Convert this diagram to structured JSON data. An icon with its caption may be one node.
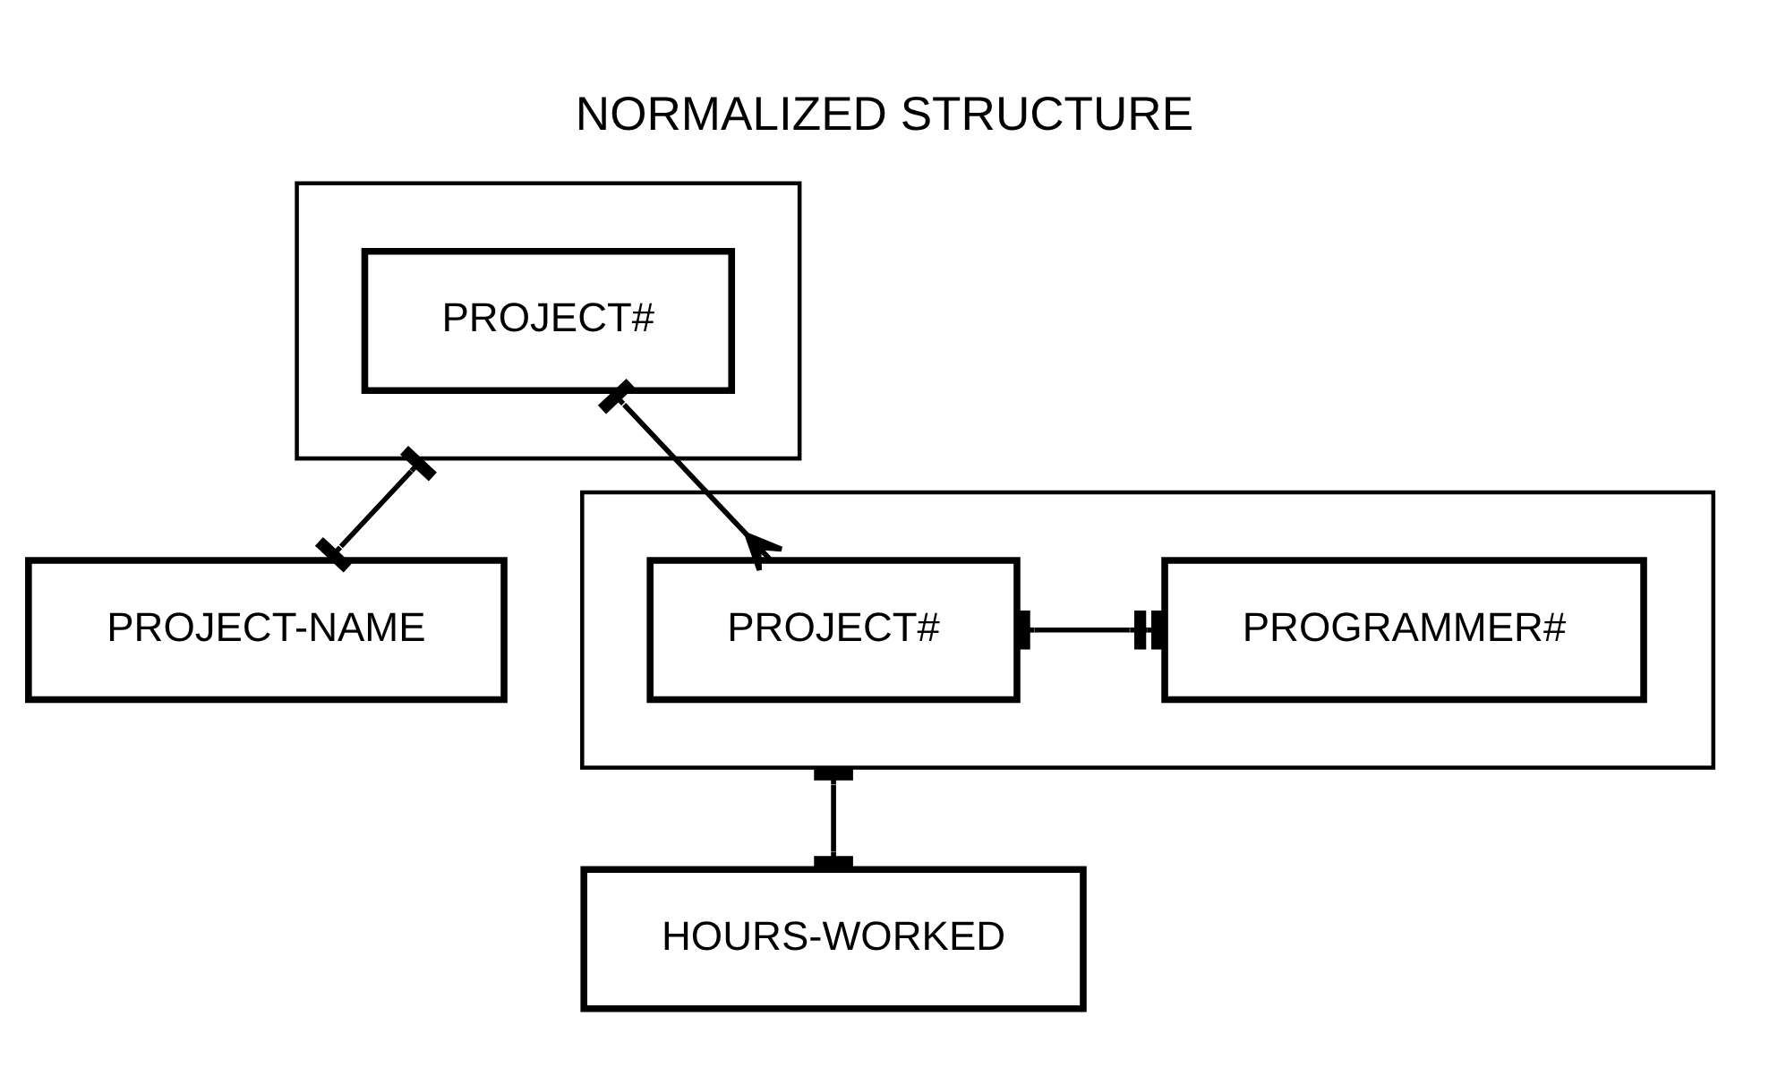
{
  "diagram": {
    "title": "NORMALIZED STRUCTURE",
    "nodes": [
      {
        "text": [],
        "shape": "box"
      },
      {
        "text": [
          "PROJECT#"
        ],
        "in": 0
      },
      {
        "text": [
          "PROJECT-NAME"
        ]
      },
      {
        "text": [],
        "shape": "box"
      },
      {
        "text": [
          "PROJECT#"
        ],
        "in": 3
      },
      {
        "text": [
          "PROGRAMMER#"
        ],
        "in": 3
      },
      {
        "text": [
          "HOURS-WORKED"
        ]
      }
    ],
    "edges": [
      {
        "from": 0,
        "to": 2,
        "arrow": "other"
      },
      {
        "from": 1,
        "to": 4,
        "arrow": "other"
      },
      {
        "from": 4,
        "to": 5,
        "arrow": "other"
      },
      {
        "from": 3,
        "to": 6,
        "arrow": "other"
      }
    ]
  }
}
